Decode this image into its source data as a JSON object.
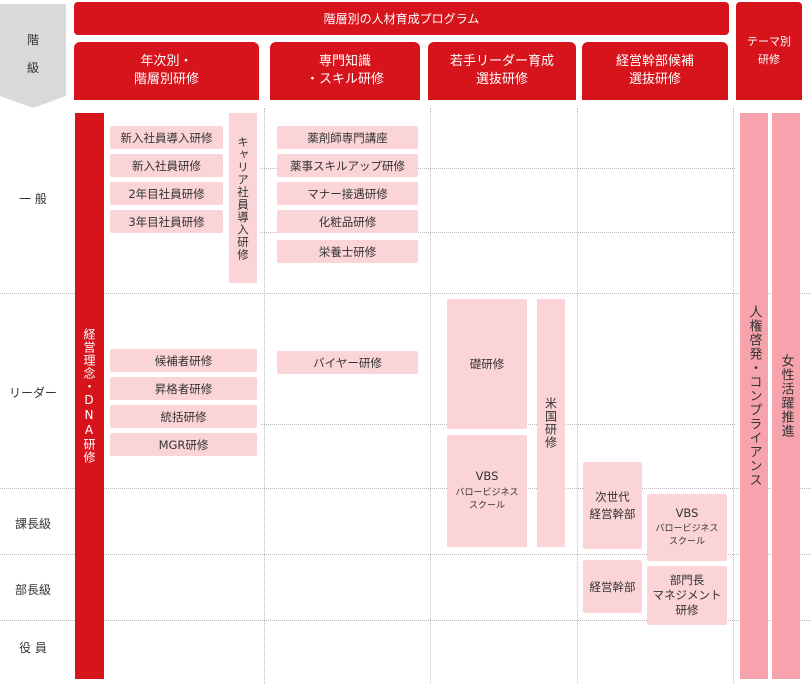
{
  "top_header": "階層別の人材育成プログラム",
  "level_header": "階\n級",
  "columns": {
    "nenji": "年次別・\n階層別研修",
    "senmon": "専門知識\n・スキル研修",
    "wakate": "若手リーダー育成\n選抜研修",
    "keiei": "経営幹部候補\n選抜研修",
    "theme": "テーマ別\n研修"
  },
  "levels": {
    "ippan": "一 般",
    "leader": "リーダー",
    "kacho": "課長級",
    "bucho": "部長級",
    "yakuin": "役 員"
  },
  "dna": "経営理念・DNA研修",
  "nenji_items": [
    "新入社員導入研修",
    "新入社員研修",
    "2年目社員研修",
    "3年目社員研修"
  ],
  "career": "キャリア社員導入研修",
  "leader_items": [
    "候補者研修",
    "昇格者研修",
    "統括研修",
    "MGR研修"
  ],
  "senmon_items": [
    "薬剤師専門講座",
    "薬事スキルアップ研修",
    "マナー接遇研修",
    "化粧品研修",
    "栄養士研修"
  ],
  "buyer": "バイヤー研修",
  "ishizue": "礎研修",
  "vbs1": {
    "title": "VBS",
    "sub": "バロービジネス\nスクール"
  },
  "beikoku": "米国研修",
  "jisedai": "次世代\n経営幹部",
  "vbs2": {
    "title": "VBS",
    "sub": "バロービジネス\nスクール"
  },
  "keiei_kanbu": "経営幹部",
  "buchou_mgmt": "部門長\nマネジメント\n研修",
  "jinken": "人権啓発・コンプライアンス",
  "josei": "女性活躍推進"
}
